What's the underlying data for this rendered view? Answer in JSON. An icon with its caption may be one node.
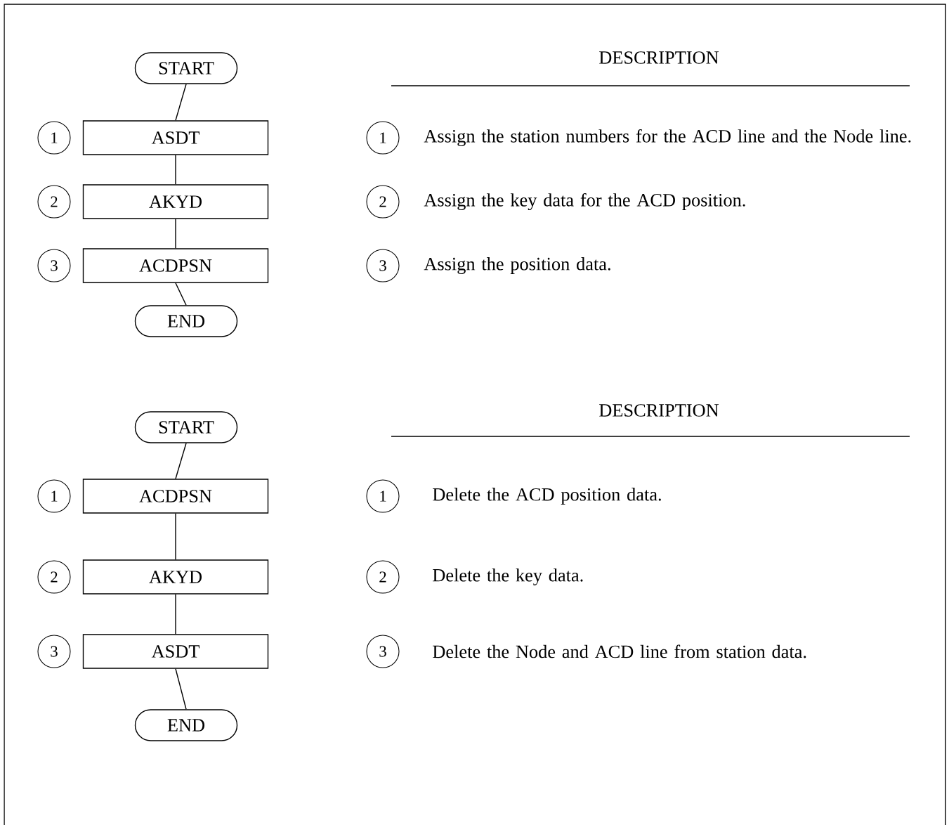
{
  "diagram": {
    "nodes": [
      {
        "text": [
          "START"
        ]
      },
      {
        "text": [
          "ASDT"
        ]
      },
      {
        "text": [
          "AKYD"
        ]
      },
      {
        "text": [
          "ACDPSN"
        ]
      },
      {
        "text": [
          "END"
        ]
      },
      {
        "text": [
          "1"
        ]
      },
      {
        "text": [
          "2"
        ]
      },
      {
        "text": [
          "3"
        ]
      },
      {
        "text": [
          "1"
        ],
        "beside": [
          "Assign the station numbers for the ACD line and the Node line."
        ]
      },
      {
        "text": [
          "2"
        ],
        "beside": [
          "Assign the key data for the ACD position."
        ]
      },
      {
        "text": [
          "3"
        ],
        "beside": [
          "Assign the position data."
        ]
      },
      {
        "text": [
          "START"
        ]
      },
      {
        "text": [
          "ACDPSN"
        ]
      },
      {
        "text": [
          "AKYD"
        ]
      },
      {
        "text": [
          "ASDT"
        ]
      },
      {
        "text": [
          "END"
        ]
      },
      {
        "text": [
          "1"
        ]
      },
      {
        "text": [
          "2"
        ]
      },
      {
        "text": [
          "3"
        ]
      },
      {
        "text": [
          "1"
        ],
        "beside": [
          "Delete the ACD position data."
        ]
      },
      {
        "text": [
          "2"
        ],
        "beside": [
          "Delete the key data."
        ]
      },
      {
        "text": [
          "3"
        ],
        "beside": [
          "Delete the Node and ACD line from station data."
        ]
      }
    ],
    "edges": [
      {
        "from": 0,
        "to": 1,
        "arrow": "none"
      },
      {
        "from": 1,
        "to": 2,
        "arrow": "none"
      },
      {
        "from": 2,
        "to": 3,
        "arrow": "none"
      },
      {
        "from": 3,
        "to": 4,
        "arrow": "none"
      },
      {
        "from": 11,
        "to": 12,
        "arrow": "none"
      },
      {
        "from": 12,
        "to": 13,
        "arrow": "none"
      },
      {
        "from": 13,
        "to": 14,
        "arrow": "none"
      },
      {
        "from": 14,
        "to": 15,
        "arrow": "none"
      }
    ],
    "labels": [
      "DESCRIPTION",
      "DESCRIPTION"
    ]
  }
}
